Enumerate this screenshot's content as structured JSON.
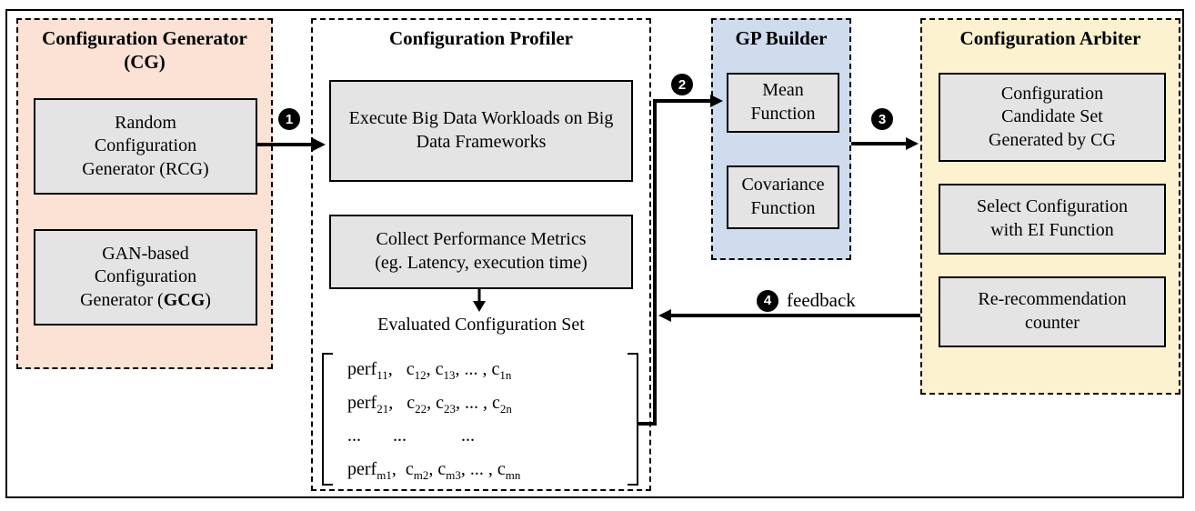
{
  "panels": {
    "cg": {
      "title_line1": "Configuration Generator",
      "title_line2": "(CG)",
      "rcg_label": "Random Configuration Generator (RCG)",
      "gcg_pre": "GAN-based Configuration Generator (",
      "gcg_bold": "GCG",
      "gcg_post": ")"
    },
    "profiler": {
      "title": "Configuration Profiler",
      "execute_label": "Execute Big Data Workloads on Big Data Frameworks",
      "collect_line1": "Collect Performance Metrics",
      "collect_line2": "(eg. Latency, execution time)",
      "evaluated_title": "Evaluated Configuration Set"
    },
    "gp": {
      "title": "GP Builder",
      "mean_label": "Mean Function",
      "covariance_label": "Covariance Function"
    },
    "arbiter": {
      "title": "Configuration Arbiter",
      "candidate_label": "Configuration Candidate Set Generated by CG",
      "select_label": "Select Configuration with EI Function",
      "rerec_label": "Re-recommendation counter"
    }
  },
  "arrows": {
    "step1": "1",
    "step2": "2",
    "step3": "3",
    "step4": "4",
    "feedback_label": "feedback"
  },
  "matrix": {
    "rows": [
      [
        [
          "perf",
          "11"
        ],
        [
          ",   c",
          "12"
        ],
        [
          ", c",
          "13"
        ],
        [
          ", ... , c",
          "1n"
        ]
      ],
      [
        [
          "perf",
          "21"
        ],
        [
          ",   c",
          "22"
        ],
        [
          ", c",
          "23"
        ],
        [
          ", ... , c",
          "2n"
        ]
      ],
      [
        [
          "...       ...            ...",
          ""
        ]
      ],
      [
        [
          "perf",
          "m1"
        ],
        [
          ",  c",
          "m2"
        ],
        [
          ", c",
          "m3"
        ],
        [
          ", ... , c",
          "mn"
        ]
      ]
    ]
  },
  "colors": {
    "cg_bg": "#fbe2d5",
    "profiler_bg": "#ffffff",
    "gp_bg": "#cfdcee",
    "arbiter_bg": "#fdf2cf",
    "inner_box_bg": "#e4e4e4",
    "line": "#000000"
  }
}
